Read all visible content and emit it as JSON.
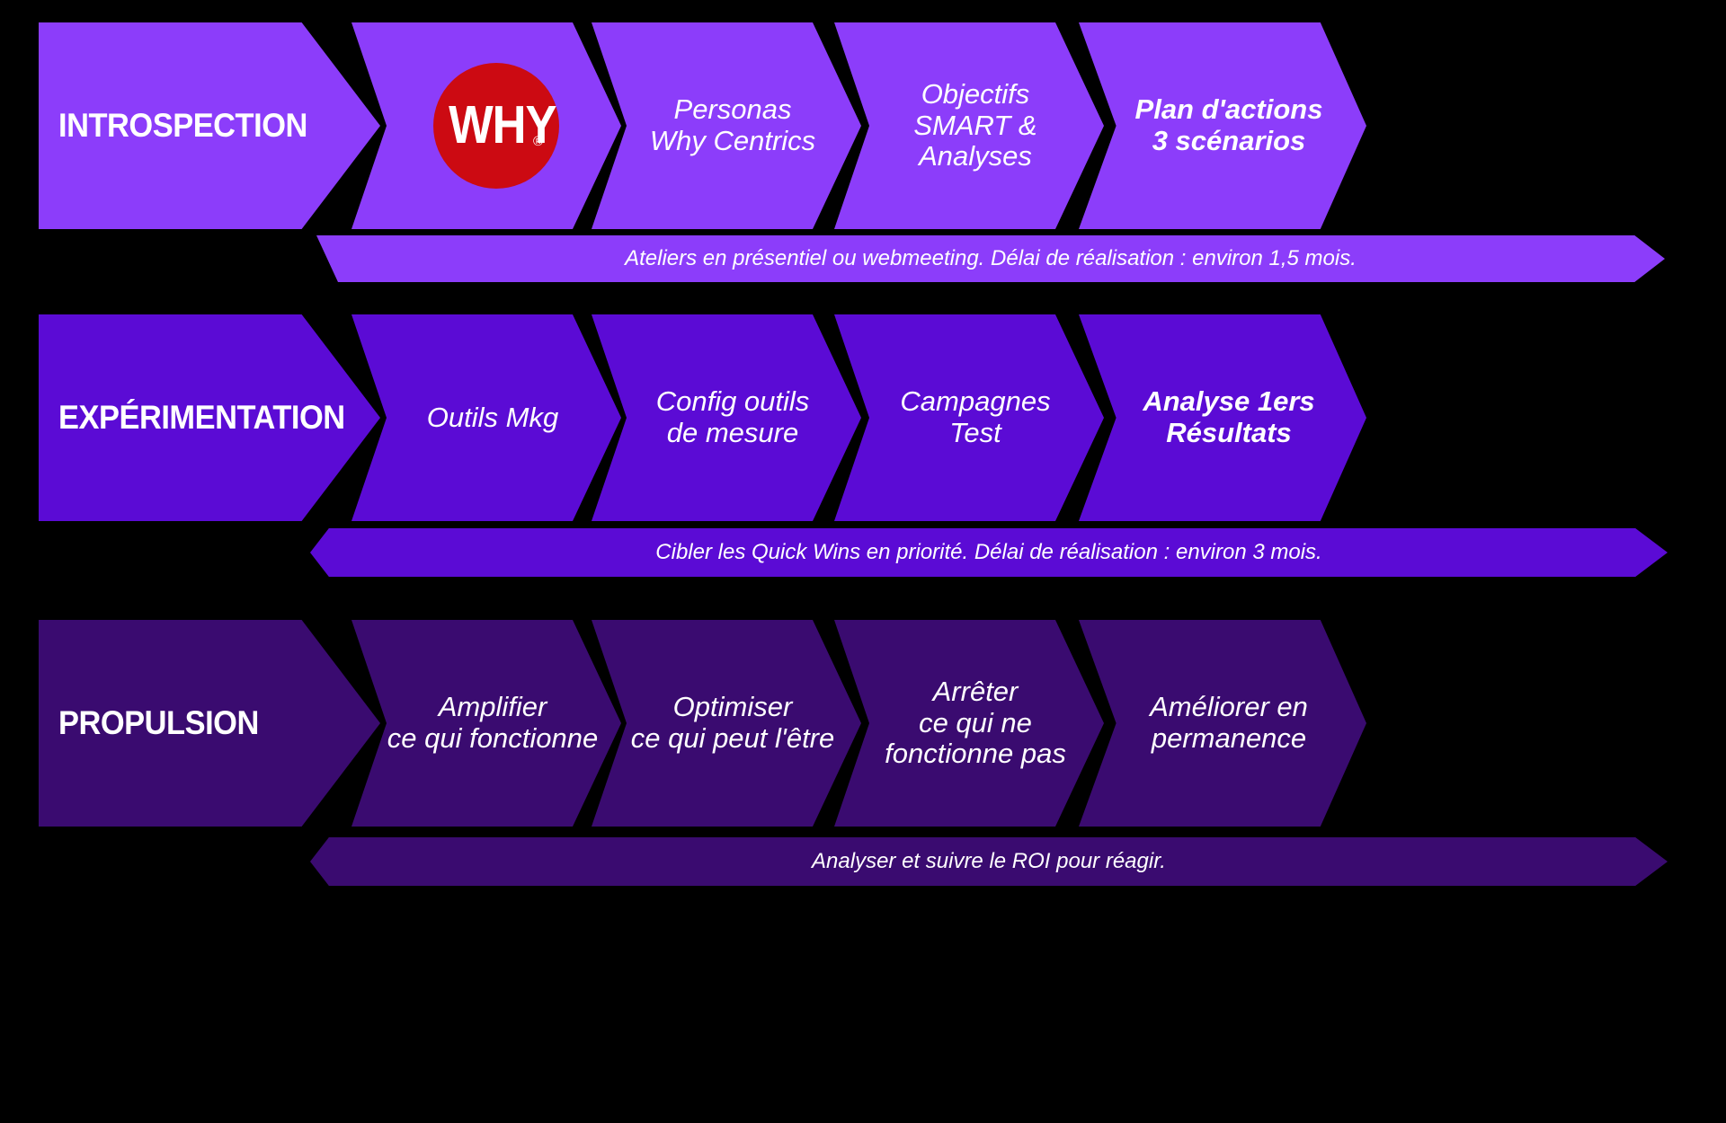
{
  "meta": {
    "background_color": "#000000",
    "text_color": "#ffffff"
  },
  "palette": {
    "row1": "#8C3DFA",
    "row2": "#5B0BD5",
    "row3": "#3A0B70",
    "logo_red": "#CC0A12"
  },
  "rows": [
    {
      "id": "introspection",
      "label": "INTROSPECTION",
      "color": "#8C3DFA",
      "steps": [
        {
          "name": "why-logo",
          "type": "logo",
          "word": "WHY",
          "registered": "®",
          "logo_color": "#CC0A12"
        },
        {
          "name": "personas",
          "type": "text",
          "text": "Personas\nWhy Centrics",
          "bold": false
        },
        {
          "name": "objectifs",
          "type": "text",
          "text": "Objectifs\nSMART &\nAnalyses",
          "bold": false
        },
        {
          "name": "plan-actions",
          "type": "text",
          "text": "Plan d'actions\n3 scénarios",
          "bold": true
        }
      ],
      "note": "Ateliers en présentiel ou webmeeting. Délai de réalisation : environ 1,5 mois."
    },
    {
      "id": "experimentation",
      "label": "EXPÉRIMENTATION",
      "color": "#5B0BD5",
      "steps": [
        {
          "name": "outils-mkg",
          "type": "text",
          "text": "Outils Mkg",
          "bold": false
        },
        {
          "name": "config-outils",
          "type": "text",
          "text": "Config outils\nde mesure",
          "bold": false
        },
        {
          "name": "campagnes-test",
          "type": "text",
          "text": "Campagnes\nTest",
          "bold": false
        },
        {
          "name": "analyse-resultats",
          "type": "text",
          "text": "Analyse 1ers\nRésultats",
          "bold": true
        }
      ],
      "note": "Cibler les Quick Wins en priorité. Délai de réalisation : environ 3 mois."
    },
    {
      "id": "propulsion",
      "label": "PROPULSION",
      "color": "#3A0B70",
      "steps": [
        {
          "name": "amplifier",
          "type": "text",
          "text": "Amplifier\nce qui fonctionne",
          "bold": false
        },
        {
          "name": "optimiser",
          "type": "text",
          "text": "Optimiser\nce qui peut l'être",
          "bold": false
        },
        {
          "name": "arreter",
          "type": "text",
          "text": "Arrêter\nce qui ne\nfonctionne pas",
          "bold": false
        },
        {
          "name": "ameliorer",
          "type": "text",
          "text": "Améliorer en\npermanence",
          "bold": false
        }
      ],
      "note": "Analyser et suivre le ROI pour réagir."
    }
  ]
}
